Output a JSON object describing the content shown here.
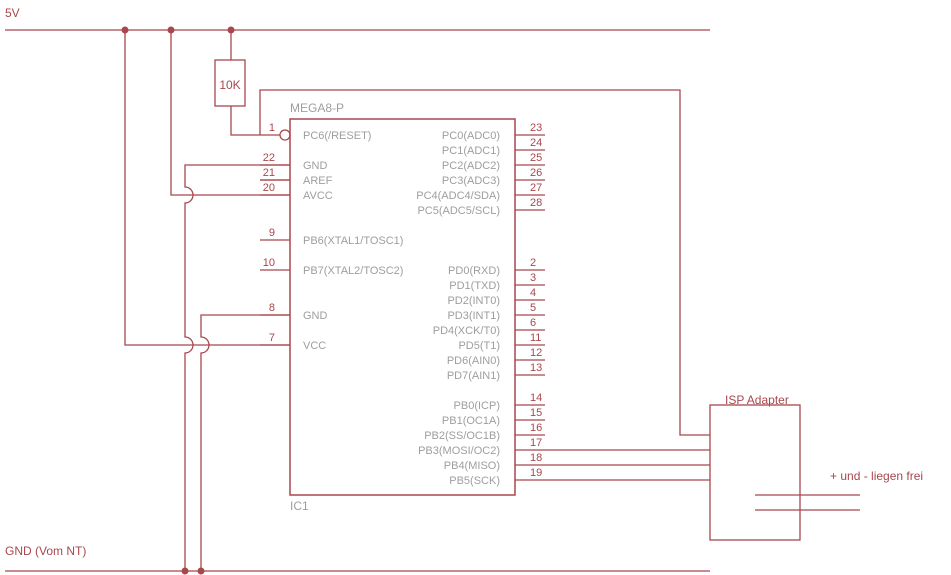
{
  "nets": {
    "vcc": "5V",
    "gnd": "GND (Vom NT)"
  },
  "resistor": {
    "value": "10K"
  },
  "ic": {
    "part": "MEGA8-P",
    "ref": "IC1",
    "left_pins": [
      {
        "num": "1",
        "name": "PC6(/RESET)"
      },
      {
        "num": "22",
        "name": "GND"
      },
      {
        "num": "21",
        "name": "AREF"
      },
      {
        "num": "20",
        "name": "AVCC"
      },
      {
        "num": "9",
        "name": "PB6(XTAL1/TOSC1)"
      },
      {
        "num": "10",
        "name": "PB7(XTAL2/TOSC2)"
      },
      {
        "num": "8",
        "name": "GND"
      },
      {
        "num": "7",
        "name": "VCC"
      }
    ],
    "right_pins": [
      {
        "num": "23",
        "name": "PC0(ADC0)"
      },
      {
        "num": "24",
        "name": "PC1(ADC1)"
      },
      {
        "num": "25",
        "name": "PC2(ADC2)"
      },
      {
        "num": "26",
        "name": "PC3(ADC3)"
      },
      {
        "num": "27",
        "name": "PC4(ADC4/SDA)"
      },
      {
        "num": "28",
        "name": "PC5(ADC5/SCL)"
      },
      {
        "num": "2",
        "name": "PD0(RXD)"
      },
      {
        "num": "3",
        "name": "PD1(TXD)"
      },
      {
        "num": "4",
        "name": "PD2(INT0)"
      },
      {
        "num": "5",
        "name": "PD3(INT1)"
      },
      {
        "num": "6",
        "name": "PD4(XCK/T0)"
      },
      {
        "num": "11",
        "name": "PD5(T1)"
      },
      {
        "num": "12",
        "name": "PD6(AIN0)"
      },
      {
        "num": "13",
        "name": "PD7(AIN1)"
      },
      {
        "num": "14",
        "name": "PB0(ICP)"
      },
      {
        "num": "15",
        "name": "PB1(OC1A)"
      },
      {
        "num": "16",
        "name": "PB2(SS/OC1B)"
      },
      {
        "num": "17",
        "name": "PB3(MOSI/OC2)"
      },
      {
        "num": "18",
        "name": "PB4(MISO)"
      },
      {
        "num": "19",
        "name": "PB5(SCK)"
      }
    ]
  },
  "isp": {
    "label": "ISP Adapter"
  },
  "note": "+ und - liegen frei"
}
